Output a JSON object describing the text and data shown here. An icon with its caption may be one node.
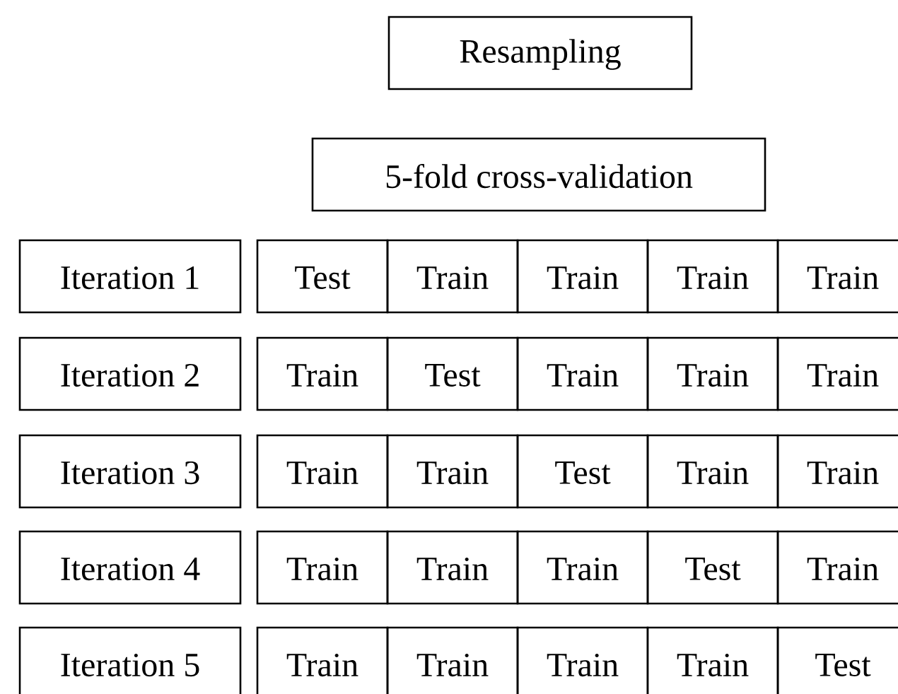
{
  "diagram": {
    "nodes": [
      {
        "text": [
          "Resampling"
        ]
      },
      {
        "text": [
          "5-fold cross-validation"
        ]
      },
      {
        "text": [
          "Iteration 1"
        ]
      },
      {
        "text": [
          "Test"
        ]
      },
      {
        "text": [
          "Train"
        ]
      },
      {
        "text": [
          "Train"
        ]
      },
      {
        "text": [
          "Train"
        ]
      },
      {
        "text": [
          "Train"
        ]
      },
      {
        "text": [
          "Iteration 2"
        ]
      },
      {
        "text": [
          "Train"
        ]
      },
      {
        "text": [
          "Test"
        ]
      },
      {
        "text": [
          "Train"
        ]
      },
      {
        "text": [
          "Train"
        ]
      },
      {
        "text": [
          "Train"
        ]
      },
      {
        "text": [
          "Iteration 3"
        ]
      },
      {
        "text": [
          "Train"
        ]
      },
      {
        "text": [
          "Train"
        ]
      },
      {
        "text": [
          "Test"
        ]
      },
      {
        "text": [
          "Train"
        ]
      },
      {
        "text": [
          "Train"
        ]
      },
      {
        "text": [
          "Iteration 4"
        ]
      },
      {
        "text": [
          "Train"
        ]
      },
      {
        "text": [
          "Train"
        ]
      },
      {
        "text": [
          "Train"
        ]
      },
      {
        "text": [
          "Test"
        ]
      },
      {
        "text": [
          "Train"
        ]
      },
      {
        "text": [
          "Iteration 5"
        ]
      },
      {
        "text": [
          "Train"
        ]
      },
      {
        "text": [
          "Train"
        ]
      },
      {
        "text": [
          "Train"
        ]
      },
      {
        "text": [
          "Train"
        ]
      },
      {
        "text": [
          "Test"
        ]
      }
    ]
  }
}
